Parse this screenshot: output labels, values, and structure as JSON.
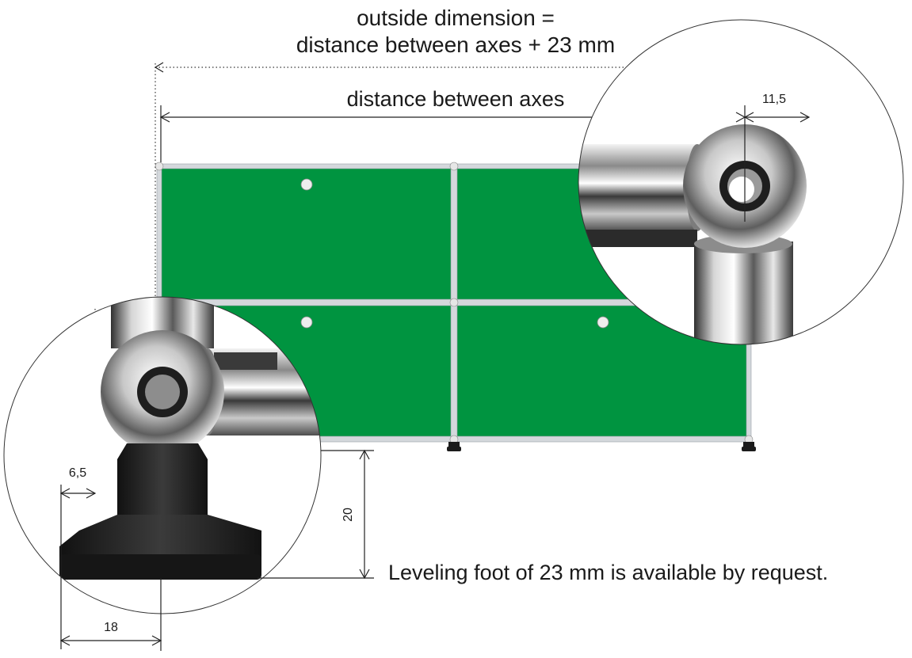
{
  "labels": {
    "outside_line1": "outside dimension =",
    "outside_line2": "distance between axes + 23 mm",
    "axes": "distance between axes",
    "offset_top": "11,5",
    "offset_bottom": "6,5",
    "foot_height": "20",
    "foot_width": "18",
    "note": "Leveling foot of 23 mm is available by request."
  },
  "colors": {
    "panel": "#009440",
    "frame": "#d4d8dc",
    "foot": "#1b1b1b"
  }
}
